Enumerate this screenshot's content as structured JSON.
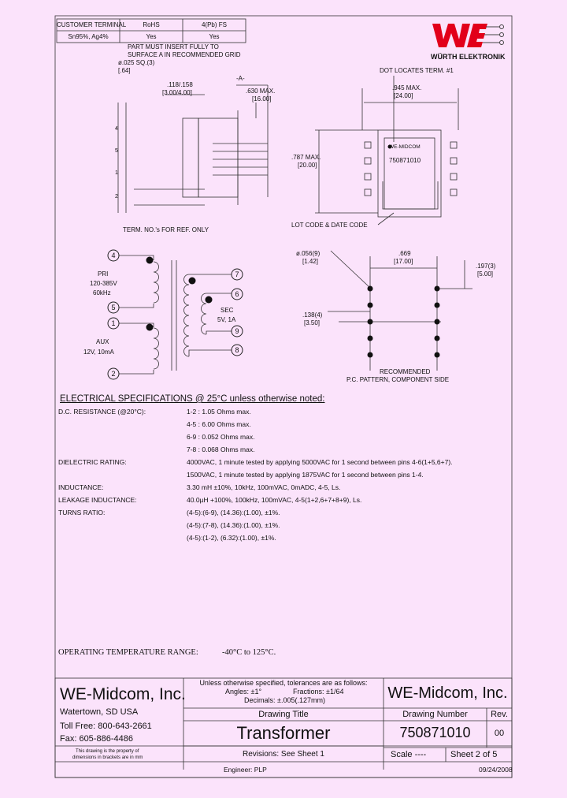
{
  "rohs_table": {
    "headers": [
      "CUSTOMER TERMINAL",
      "RoHS",
      "4(Pb) FS"
    ],
    "row": [
      "Sn95%, Ag4%",
      "Yes",
      "Yes"
    ]
  },
  "logo": {
    "text": "WÜRTH ELEKTRONIK",
    "accent": "#e2001a"
  },
  "mech": {
    "note1": "PART MUST INSERT FULLY TO",
    "note2": "SURFACE A IN RECOMMENDED GRID",
    "pin_sq": "ø.025 SQ.(3)",
    "pin_sq_mm": "[.64]",
    "dim_pitch": ".118/.158",
    "dim_pitch_mm": "[3.00/4.00]",
    "datum": "-A-",
    "dim_630": ".630 MAX.",
    "dim_630_mm": "[16.00]",
    "dot_locates": "DOT LOCATES TERM. #1",
    "dim_945": ".945 MAX.",
    "dim_945_mm": "[24.00]",
    "dim_787": ".787 MAX.",
    "dim_787_mm": "[20.00]",
    "label_brand": "WE-MIDCOM",
    "label_pn": "750871010",
    "lot_code": "LOT CODE & DATE CODE",
    "term_ref": "TERM. NO.'s FOR REF. ONLY",
    "pin_labels": [
      "4",
      "5",
      "1",
      "2"
    ]
  },
  "schematic": {
    "pins": [
      "4",
      "5",
      "1",
      "2",
      "7",
      "6",
      "9",
      "8"
    ],
    "pri_label": "PRI",
    "pri_v": "120-385V",
    "pri_hz": "60kHz",
    "aux_label": "AUX",
    "aux_v": "12V, 10mA",
    "sec_label": "SEC",
    "sec_v": "5V, 1A"
  },
  "pcb": {
    "hole": "ø.056(9)",
    "hole_mm": "[1.42]",
    "dim_669": ".669",
    "dim_669_mm": "[17.00]",
    "dim_197": ".197(3)",
    "dim_197_mm": "[5.00]",
    "dim_138": ".138(4)",
    "dim_138_mm": "[3.50]",
    "caption1": "RECOMMENDED",
    "caption2": "P.C. PATTERN, COMPONENT SIDE"
  },
  "specs": {
    "title": "ELECTRICAL SPECIFICATIONS @ 25°C unless otherwise noted:",
    "rows": [
      {
        "label": "D.C. RESISTANCE (@20°C):",
        "value": "1-2 : 1.05 Ohms max."
      },
      {
        "label": "",
        "value": "4-5 : 6.00 Ohms max."
      },
      {
        "label": "",
        "value": "6-9 : 0.052 Ohms max."
      },
      {
        "label": "",
        "value": "7-8 : 0.068 Ohms max."
      },
      {
        "label": "DIELECTRIC RATING:",
        "value": "4000VAC, 1 minute tested by applying 5000VAC for 1 second between pins 4-6(1+5,6+7)."
      },
      {
        "label": "",
        "value": "1500VAC, 1 minute tested by applying 1875VAC for 1 second between pins 1-4."
      },
      {
        "label": "INDUCTANCE:",
        "value": "3.30 mH ±10%, 10kHz, 100mVAC, 0mADC, 4-5, Ls."
      },
      {
        "label": "LEAKAGE INDUCTANCE:",
        "value": "40.0µH +100%, 100kHz, 100mVAC, 4-5(1+2,6+7+8+9), Ls."
      },
      {
        "label": "TURNS RATIO:",
        "value": "(4-5):(6-9), (14.36):(1.00), ±1%."
      },
      {
        "label": "",
        "value": "(4-5):(7-8), (14.36):(1.00), ±1%."
      },
      {
        "label": "",
        "value": "(4-5):(1-2), (6.32):(1.00), ±1%."
      }
    ],
    "op_temp_label": "OPERATING TEMPERATURE RANGE:",
    "op_temp_value": "-40°C to 125°C."
  },
  "title_block": {
    "company": "WE-Midcom, Inc.",
    "address": "Watertown, SD USA",
    "tollfree": "Toll Free:  800-643-2661",
    "fax": "Fax: 605-886-4486",
    "disclaimer1": "This drawing is the property of",
    "disclaimer2": "dimensions in brackets are in mm",
    "tol_title": "Unless otherwise specified, tolerances are as follows:",
    "tol_angles": "Angles: ±1°",
    "tol_fractions": "Fractions: ±1/64",
    "tol_decimals": "Decimals: ±.005(.127mm)",
    "drawing_title_label": "Drawing Title",
    "drawing_title": "Transformer",
    "revisions": "Revisions:  See Sheet 1",
    "company_right": "WE-Midcom, Inc.",
    "drawing_number_label": "Drawing Number",
    "drawing_number": "750871010",
    "rev_label": "Rev.",
    "rev": "00",
    "scale": "Scale ----",
    "sheet": "Sheet 2 of 5",
    "engineer": "Engineer: PLP",
    "date": "09/24/2008"
  }
}
